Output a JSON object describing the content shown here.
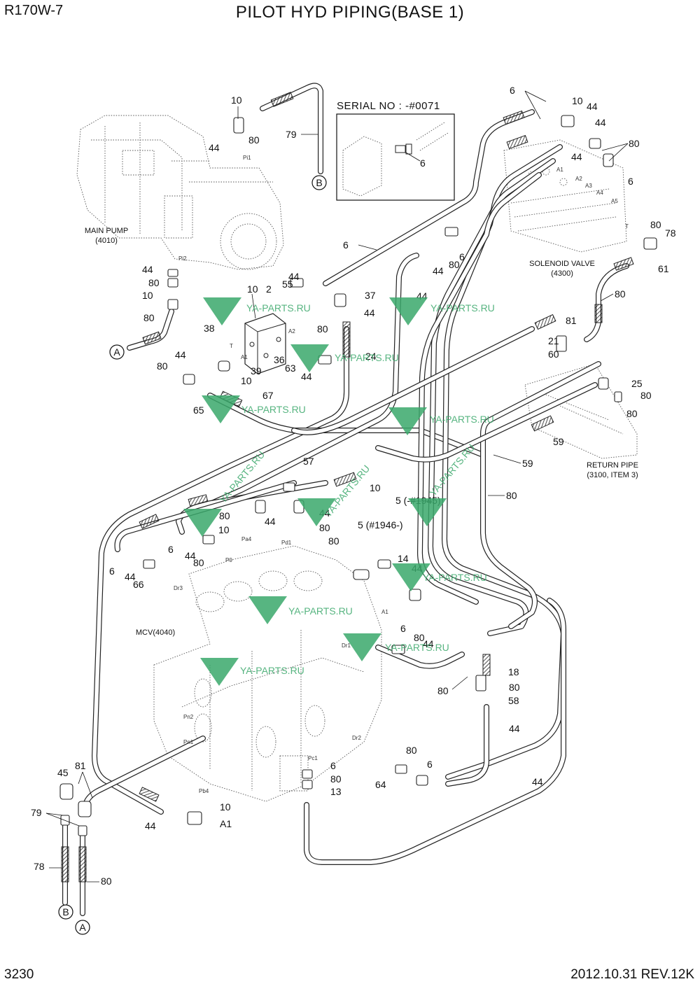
{
  "header": {
    "model": "R170W-7",
    "title": "PILOT HYD PIPING(BASE 1)"
  },
  "footer": {
    "page": "3230",
    "date_rev": "2012.10.31  REV.12K"
  },
  "serial_box": {
    "title": "SERIAL NO : -#0071",
    "part": "6"
  },
  "components": [
    {
      "label": "MAIN PUMP",
      "code": "(4010)"
    },
    {
      "label": "SOLENOID VALVE",
      "code": "(4300)"
    },
    {
      "label": "RETURN PIPE",
      "code": "(3100, ITEM  3)"
    },
    {
      "label": "MCV(4040)"
    }
  ],
  "connectors": [
    "A",
    "B"
  ],
  "watermark": "YA-PARTS.RU",
  "ports": [
    "Pi1",
    "Pi2",
    "A1",
    "A2",
    "A3",
    "A4",
    "A5",
    "T",
    "P0",
    "Pa4",
    "Pd1",
    "Dr3",
    "Dr1",
    "Dr2",
    "Pn2",
    "Pn1",
    "Pb4",
    "Pc1"
  ],
  "callouts": [
    "10",
    "80",
    "44",
    "79",
    "44",
    "80",
    "10",
    "44",
    "10",
    "6",
    "44",
    "80",
    "44",
    "6",
    "80",
    "78",
    "61",
    "80",
    "6",
    "44",
    "80",
    "6",
    "44",
    "55",
    "2",
    "44",
    "10",
    "80",
    "37",
    "44",
    "38",
    "39",
    "36",
    "63",
    "44",
    "24",
    "44",
    "10",
    "80",
    "65",
    "67",
    "80",
    "81",
    "21",
    "60",
    "25",
    "80",
    "80",
    "59",
    "59",
    "80",
    "57",
    "10",
    "80",
    "44",
    "10",
    "44",
    "80",
    "6",
    "44",
    "80",
    "6",
    "44",
    "66",
    "5 (-#1945)",
    "5 (#1946-)",
    "80",
    "14",
    "44",
    "6",
    "80",
    "44",
    "80",
    "18",
    "80",
    "58",
    "44",
    "80",
    "6",
    "64",
    "44",
    "6",
    "80",
    "13",
    "45",
    "81",
    "79",
    "78",
    "80",
    "44",
    "10",
    "A1",
    "A2"
  ]
}
